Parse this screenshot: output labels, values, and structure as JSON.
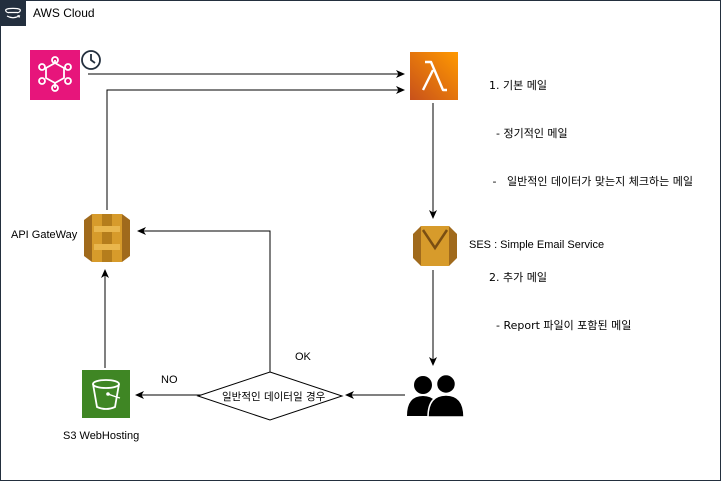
{
  "cloud": {
    "title": "AWS Cloud"
  },
  "nodes": {
    "eventbridge": {
      "label": ""
    },
    "lambda": {
      "label": ""
    },
    "ses": {
      "label": "SES : Simple Email Service"
    },
    "api_gateway": {
      "label": "API GateWay"
    },
    "s3": {
      "label": "S3 WebHosting"
    },
    "users": {
      "label": ""
    },
    "decision": {
      "label": "일반적인 데이터일 경우"
    }
  },
  "edges": {
    "ok": "OK",
    "no": "NO"
  },
  "notes": [
    "1. 기본 메일",
    "  - 정기적인 메일",
    " -   일반적인 데이터가 맞는지 체크하는 메일",
    "",
    "2. 추가 메일",
    "  - Report 파일이 포함된 메일"
  ],
  "colors": {
    "eventbridge": "#e7157b",
    "lambda": "#ed7100",
    "ses": "#d79b2b",
    "api_gateway": "#d79b2b",
    "s3": "#3f8624",
    "frame": "#232f3e"
  }
}
